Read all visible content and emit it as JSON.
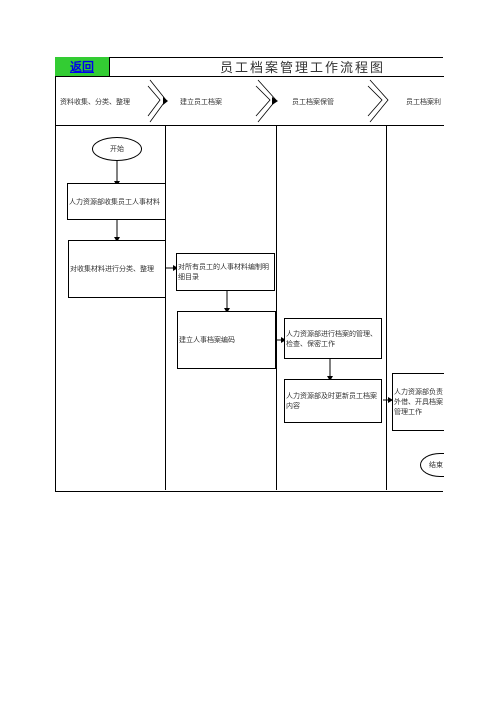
{
  "header": {
    "back_label": "返回",
    "title": "员工档案管理工作流程图"
  },
  "phases": [
    "资料收集、分类、整理",
    "建立员工档案",
    "员工档案保管",
    "员工档案利"
  ],
  "nodes": {
    "start": "开始",
    "collect": "人力资源部收集员工人事材料",
    "classify": "对收集材料进行分类、整理",
    "catalog": "对所有员工的人事材料编制明细目录",
    "code": "建立人事档案编码",
    "manage": "人力资源部进行档案的管理、检查、保密工作",
    "update": "人力资源部及时更新员工档案内容",
    "lend": "人力资源部负责外借、开具档案管理工作",
    "end": "结束"
  },
  "colors": {
    "back_cell_bg": "#33cc33",
    "back_link": "#0000ee",
    "line": "#000000"
  }
}
